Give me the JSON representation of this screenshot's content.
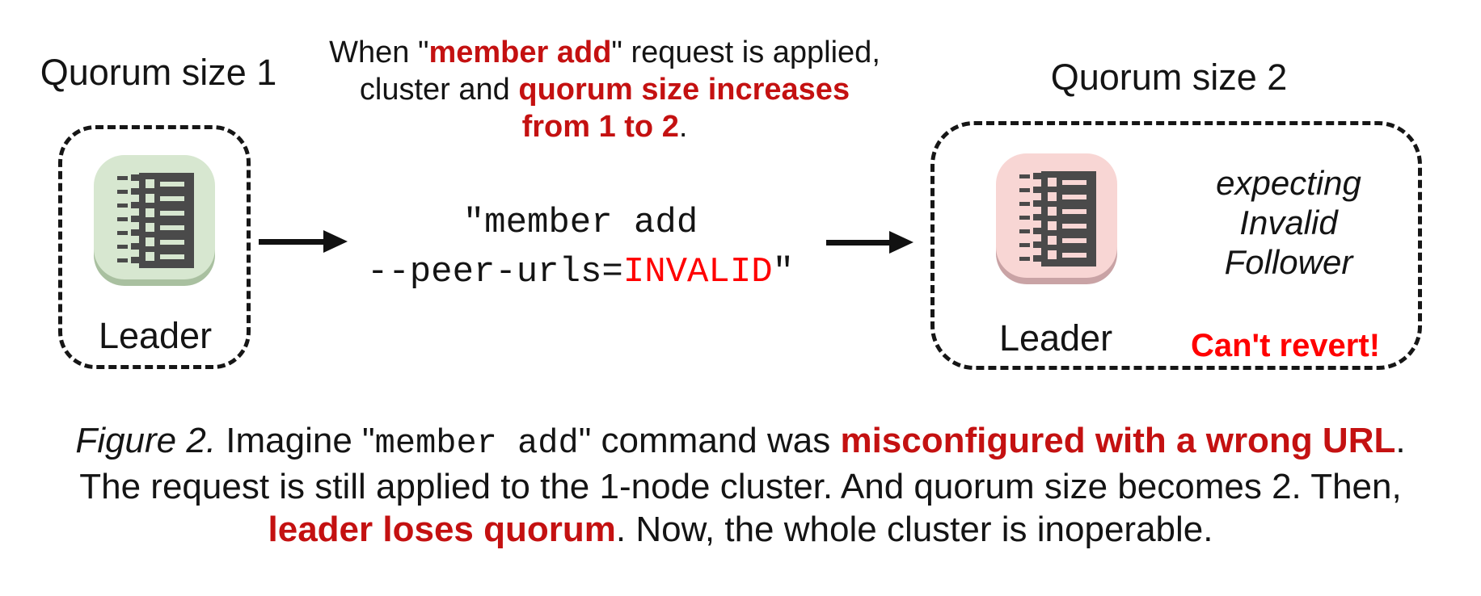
{
  "colors": {
    "crimson_text": "#C41111",
    "bright_red_text": "#FF0000",
    "black_text": "#141414",
    "green_node_bg": "#D7E7D0",
    "green_node_shadow": "#A9C0A0",
    "pink_node_bg": "#F8D6D4",
    "pink_node_shadow": "#C9A3A5",
    "node_glyph": "#4A4A4A"
  },
  "left_cluster": {
    "title": "Quorum size 1",
    "node_label": "Leader"
  },
  "right_cluster": {
    "title": "Quorum size 2",
    "node_label": "Leader",
    "expecting_line1": "expecting",
    "expecting_line2": "Invalid",
    "expecting_line3": "Follower",
    "warning": "Can't revert!"
  },
  "annotation": {
    "line1_pre": "When \"",
    "line1_red": "member add",
    "line1_post": "\" request is applied,",
    "line2_pre": "cluster and ",
    "line2_red": "quorum size increases",
    "line3_red": "from 1 to 2",
    "line3_post": "."
  },
  "command": {
    "line1": "\"member add",
    "line2_pre": "--peer-urls=",
    "line2_red": "INVALID",
    "line2_post": "\""
  },
  "caption": {
    "line1_figure": "Figure 2.",
    "line1_a": " Imagine \"",
    "line1_code": "member add",
    "line1_b": "\" command was ",
    "line1_red": "misconfigured with a wrong URL",
    "line1_c": ".",
    "line2": "The request is still applied to the 1-node cluster. And quorum size becomes 2. Then,",
    "line3_red": "leader loses quorum",
    "line3_post": ". Now, the whole cluster is inoperable."
  }
}
